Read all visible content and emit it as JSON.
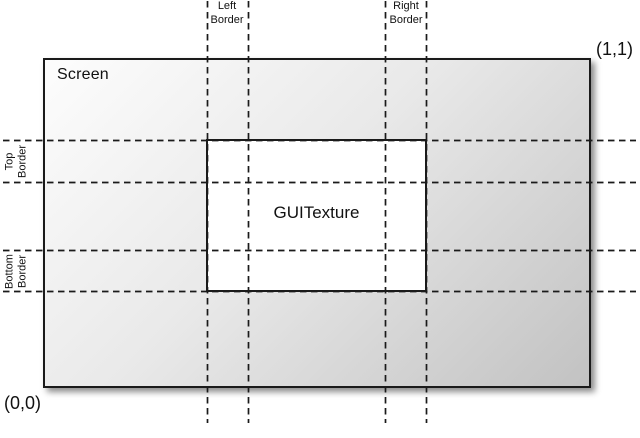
{
  "diagram": {
    "screen_label": "Screen",
    "texture_label": "GUITexture",
    "coords": {
      "origin": "(0,0)",
      "top_right": "(1,1)"
    },
    "border_labels": {
      "left": [
        "Left",
        "Border"
      ],
      "right": [
        "Right",
        "Border"
      ],
      "top": [
        "Top",
        "Border"
      ],
      "bottom": [
        "Bottom",
        "Border"
      ]
    },
    "colors": {
      "line": "#1a1a1a",
      "ink": "#111111",
      "background": "#ffffff",
      "screen_gradient_start": "#fdfdfd",
      "screen_gradient_end": "#c2c2c2",
      "texture_fill": "#ffffff"
    }
  }
}
